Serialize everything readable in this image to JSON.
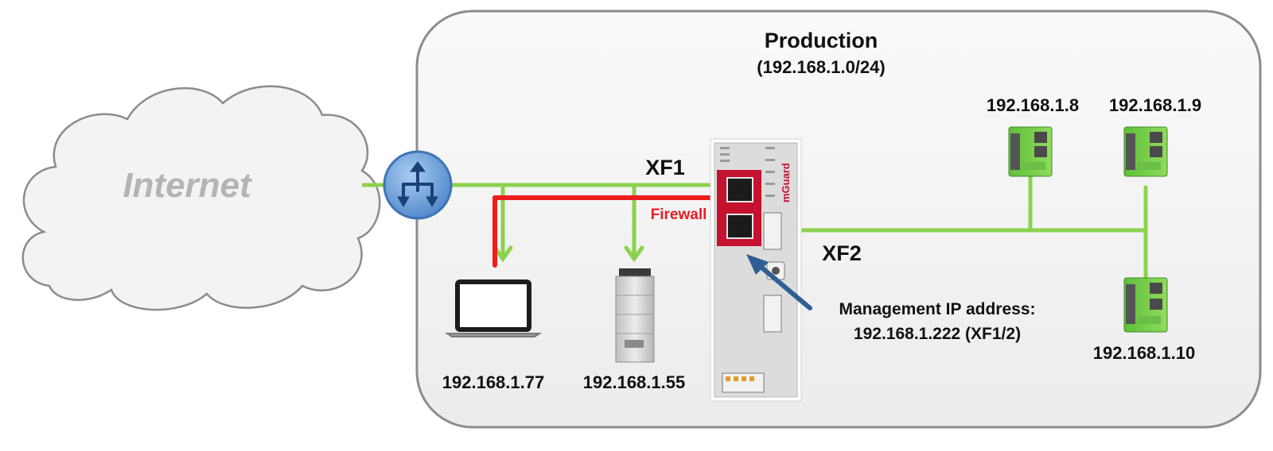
{
  "zone": {
    "title": "Production",
    "subnet": "(192.168.1.0/24)"
  },
  "cloud": {
    "label": "Internet"
  },
  "router": {
    "icon": "router-icon"
  },
  "firewall_device": {
    "brand": "mGuard",
    "port_xf1": "XF1",
    "port_xf2": "XF2",
    "firewall_label": "Firewall",
    "management_line1": "Management IP address:",
    "management_line2": "192.168.1.222 (XF1/2)"
  },
  "hosts": {
    "laptop": "192.168.1.77",
    "server": "192.168.1.55"
  },
  "plcs": [
    {
      "ip": "192.168.1.8"
    },
    {
      "ip": "192.168.1.9"
    },
    {
      "ip": "192.168.1.10"
    }
  ],
  "colors": {
    "allowed_path": "#8bd24e",
    "blocked_path": "#ee1c1c",
    "router_fill": "#6fa5dd",
    "firewall_red": "#c4122f",
    "arrow_blue": "#2f5e95",
    "cloud_fill": "#f3f3f3",
    "zone_fill": "#f2f2f2"
  }
}
